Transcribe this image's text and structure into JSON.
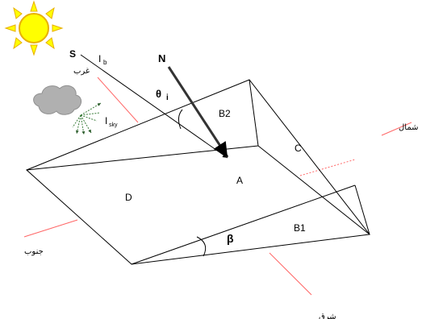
{
  "labels": {
    "sun_point": "S",
    "beam": "I",
    "beam_sub": "b",
    "normal": "N",
    "incidence_angle": "θ",
    "incidence_angle_sub": "i",
    "sky": "I",
    "sky_sub": "sky",
    "face_a": "A",
    "face_b1": "B1",
    "face_b2": "B2",
    "face_c": "C",
    "face_d": "D",
    "tilt_angle": "β"
  },
  "directions": {
    "north": "شمال",
    "south": "جنوب",
    "east": "شرق",
    "west": "غرب"
  },
  "colors": {
    "sun_fill": "#ffff00",
    "sun_stroke": "#e8b000",
    "compass_line": "#ff6666",
    "cloud_fill": "#b0b0b0",
    "sky_ray": "#3a7d3a"
  }
}
